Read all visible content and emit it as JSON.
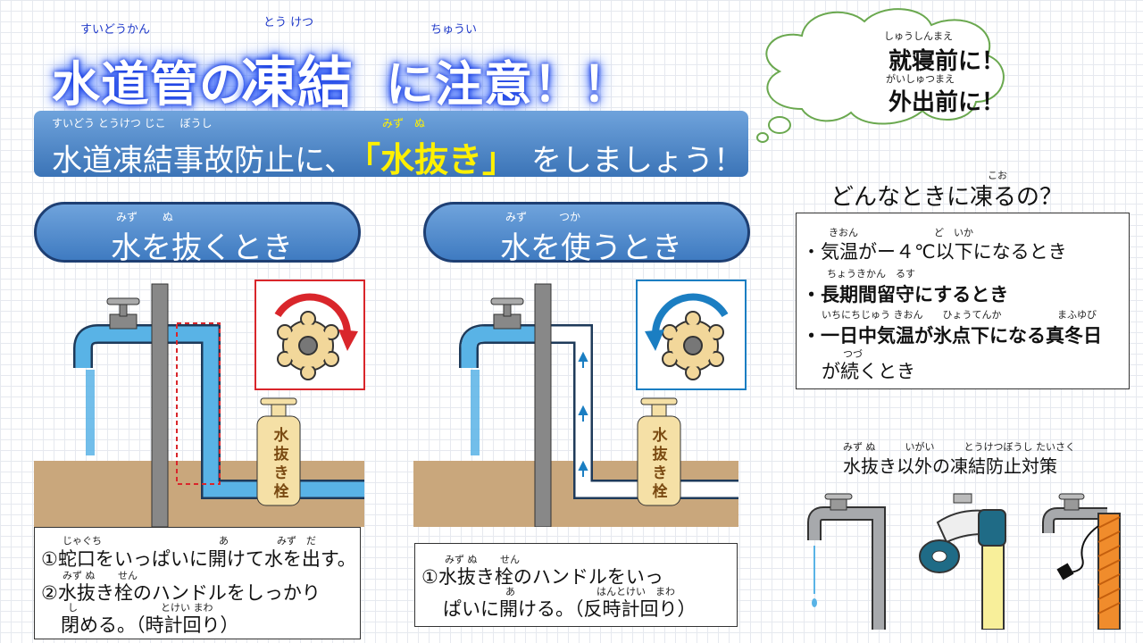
{
  "title": {
    "part1": "水道管の",
    "part2": "凍結",
    "part3": "に注意！！",
    "ruby1": "すいどうかん",
    "ruby2": "とう けつ",
    "ruby3": "ちゅうい"
  },
  "banner": {
    "text1": "水道凍結事故防止に、",
    "highlight": "「水抜き」",
    "text2": "をしましょう！",
    "ruby_left": "すいどう とうけつ じこ　 ぼうし",
    "ruby_mid": "みず　ぬ"
  },
  "cloud": {
    "line1": "就寝前に！",
    "line2": "外出前に！",
    "ruby1": "しゅうしんまえ",
    "ruby2": "がいしゅつまえ"
  },
  "left_panel": {
    "pill": "水を抜くとき",
    "pill_ruby": "みず　　 ぬ",
    "valve_label": "水抜き栓",
    "step1": "①蛇口をいっぱいに開けて水を出す。",
    "step2a": "②水抜き栓のハンドルをしっかり",
    "step2b": "閉める。（時計回り）",
    "ruby_s1a": "じゃぐち",
    "ruby_s1b": "あ",
    "ruby_s1c": "みず　だ",
    "ruby_s2a": "みず ぬ　　 せん",
    "ruby_s2b": "し",
    "ruby_s2c": "とけい まわ"
  },
  "right_panel": {
    "pill": "水を使うとき",
    "pill_ruby": "みず　　　つか",
    "valve_label": "水抜き栓",
    "step1a": "①水抜き栓のハンドルをいっ",
    "step1b": "ぱいに開ける。（反時計回り）",
    "ruby_s1a": "みず ぬ　　 せん",
    "ruby_s1b": "あ",
    "ruby_s1c": "はんとけい　まわ"
  },
  "freeze": {
    "title": "どんなときに凍るの？",
    "title_ruby": "こお",
    "item1": "・気温がー４℃以下になるとき",
    "item2": "・長期間留守にするとき",
    "item3": "・一日中気温が氷点下になる真冬日",
    "item3b": "が続くとき",
    "ruby1a": "きおん",
    "ruby1b": "ど　いか",
    "ruby2": "ちょうきかん　るす",
    "ruby3a": "いちにちじゅう きおん　　ひょうてんか",
    "ruby3b": "まふゆび",
    "ruby3c": "つづ"
  },
  "other": {
    "title": "水抜き以外の凍結防止対策",
    "ruby": "みず ぬ　　　いがい　　　とうけつぼうし たいさく"
  },
  "colors": {
    "pipe_water": "#59b3e6",
    "close_arrow": "#d9262b",
    "open_arrow": "#1b7ec2",
    "ground": "#c9a77c",
    "valve_body": "#f5e0a6"
  }
}
